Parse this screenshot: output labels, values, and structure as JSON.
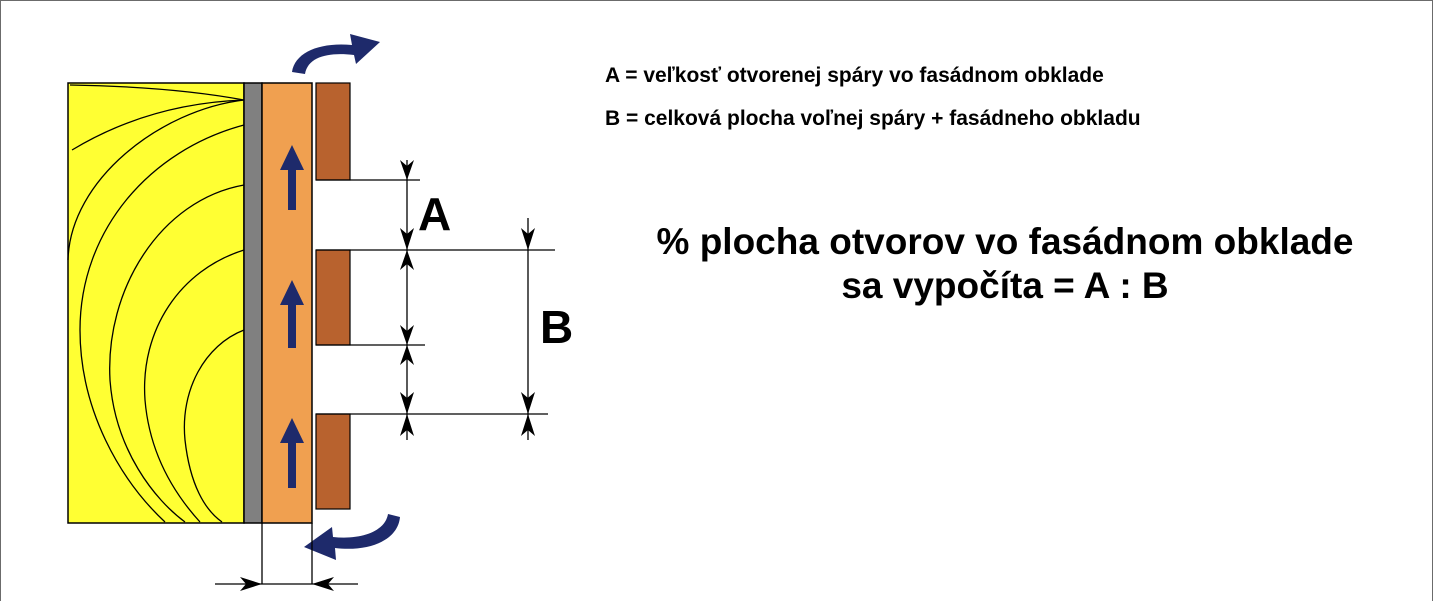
{
  "diagram": {
    "labels": {
      "a": "A",
      "b": "B"
    },
    "legend": {
      "a_definition": "A = veľkosť otvorenej spáry vo fasádnom obklade",
      "b_definition": "B = celková plocha voľnej spáry + fasádneho obkladu"
    },
    "formula": {
      "line1": "% plocha otvorov vo fasádnom obklade",
      "line2": "sa vypočíta = A : B"
    },
    "colors": {
      "insulation": "#ffff33",
      "membrane": "#808080",
      "air_gap": "#f0a050",
      "cladding": "#b8622e",
      "arrows": "#1e2a6b",
      "lines": "#000000"
    },
    "icons": {
      "airflow": "arrow-up-icon",
      "inflow": "curved-arrow-in-icon",
      "outflow": "curved-arrow-out-icon"
    }
  }
}
